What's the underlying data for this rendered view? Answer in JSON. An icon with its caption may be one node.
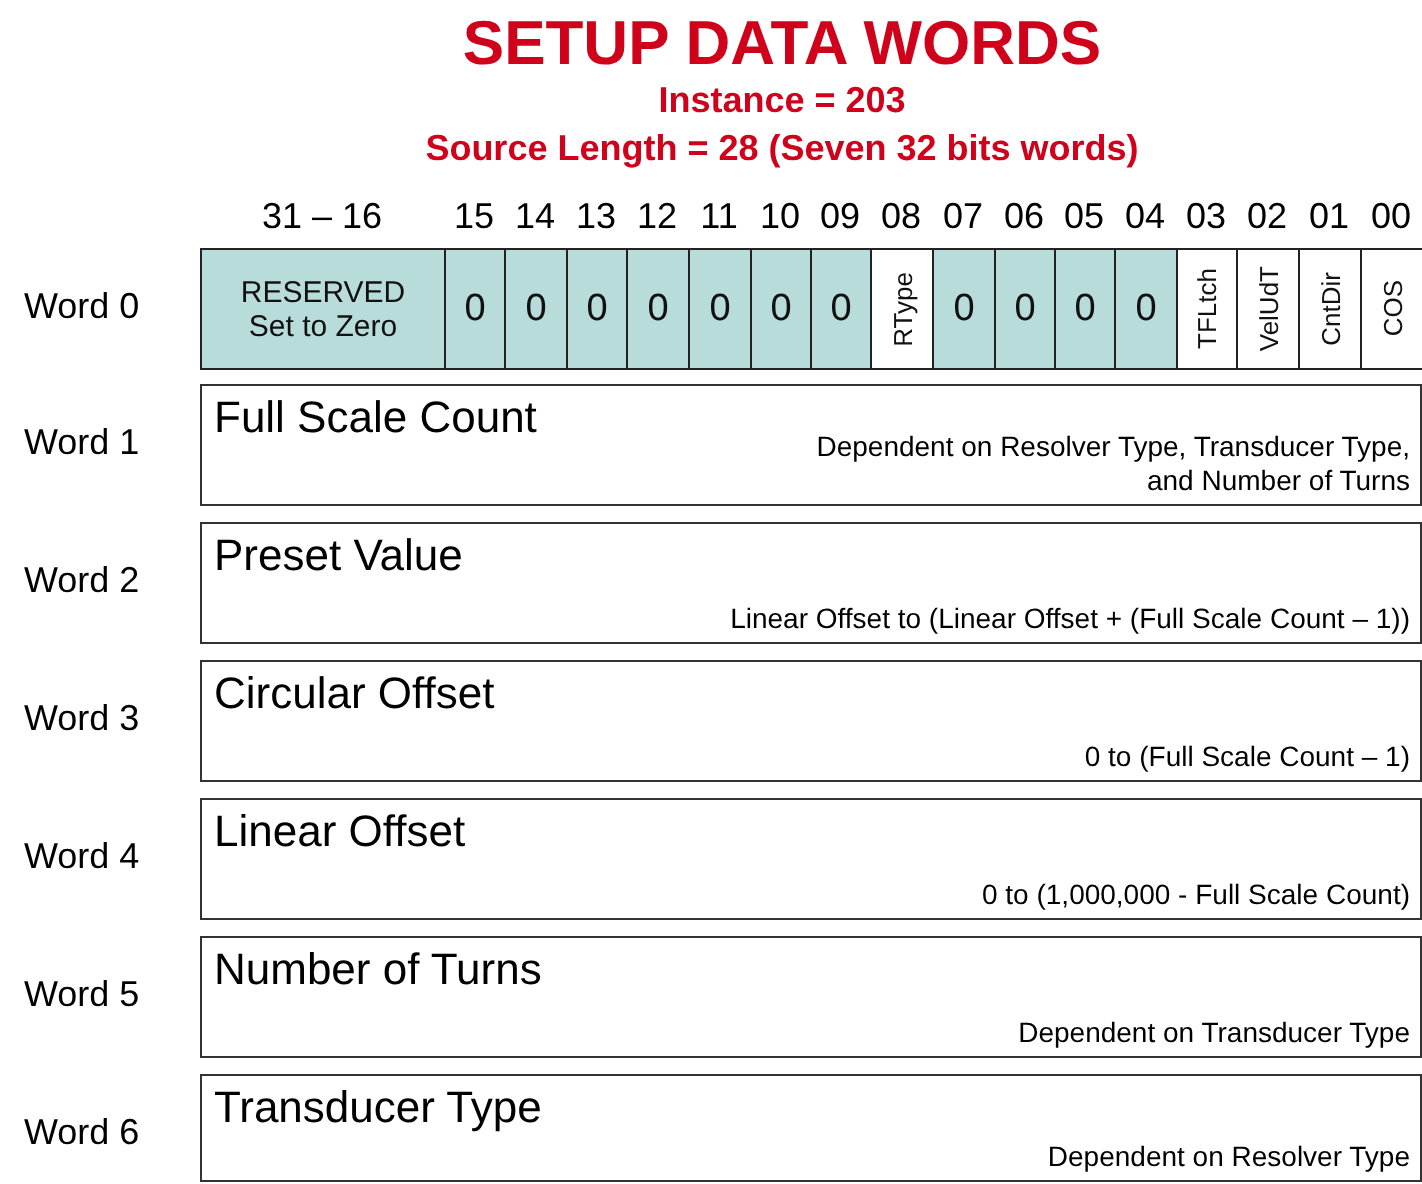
{
  "diagram": {
    "title": "SETUP DATA WORDS",
    "nodes": [
      {
        "text": [
          "RESERVED Set to Zero"
        ]
      },
      {
        "text": [
          "0"
        ]
      },
      {
        "text": [
          "0"
        ]
      },
      {
        "text": [
          "0"
        ]
      },
      {
        "text": [
          "0"
        ]
      },
      {
        "text": [
          "0"
        ]
      },
      {
        "text": [
          "0"
        ]
      },
      {
        "text": [
          "0"
        ]
      },
      {
        "text": [
          "RType"
        ]
      },
      {
        "text": [
          "0"
        ]
      },
      {
        "text": [
          "0"
        ]
      },
      {
        "text": [
          "0"
        ]
      },
      {
        "text": [
          "0"
        ]
      },
      {
        "text": [
          "TFLtch"
        ]
      },
      {
        "text": [
          "VelUdT"
        ]
      },
      {
        "text": [
          "CntDir"
        ]
      },
      {
        "text": [
          "COS"
        ]
      },
      {
        "text": [
          "Full Scale Count",
          "Dependent on Resolver Type, Transducer Type, and Number of Turns"
        ]
      },
      {
        "text": [
          "Preset Value",
          "Linear Offset to (Linear Offset + (Full Scale Count – 1))"
        ]
      },
      {
        "text": [
          "Circular Offset",
          "0 to (Full Scale Count – 1)"
        ]
      },
      {
        "text": [
          "Linear Offset",
          "0 to (1,000,000 - Full Scale Count)"
        ]
      },
      {
        "text": [
          "Number of Turns",
          "Dependent on Transducer Type"
        ]
      },
      {
        "text": [
          "Transducer Type",
          "Dependent on Resolver Type"
        ]
      }
    ],
    "labels": [
      "Instance = 203",
      "Source Length = 28 (Seven 32 bits words)",
      "31 – 16",
      "15",
      "14",
      "13",
      "12",
      "11",
      "10",
      "09",
      "08",
      "07",
      "06",
      "05",
      "04",
      "03",
      "02",
      "01",
      "00",
      "Word 0",
      "Word 1",
      "Word 2",
      "Word 3",
      "Word 4",
      "Word 5",
      "Word 6"
    ]
  }
}
